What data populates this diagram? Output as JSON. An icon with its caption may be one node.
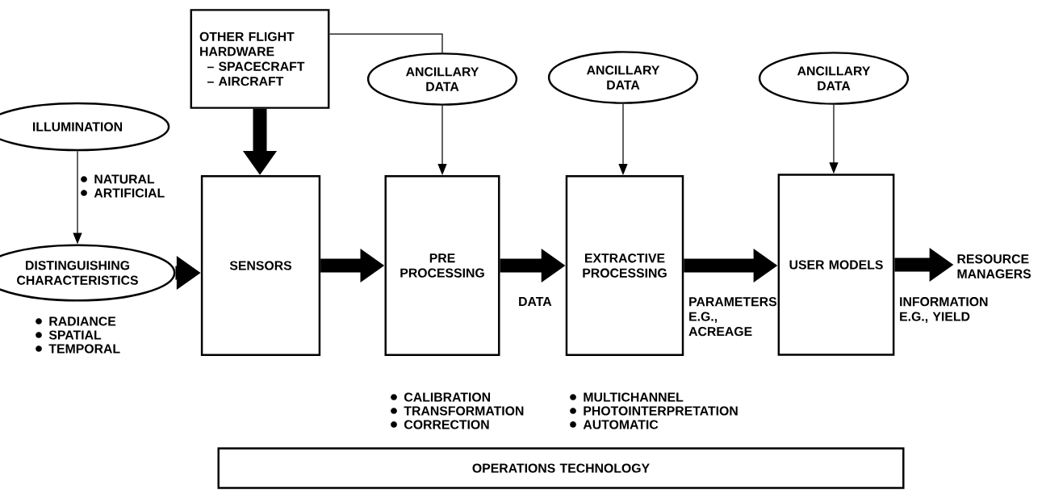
{
  "diagram": {
    "nodes": [
      {
        "text": [
          "ILLUMINATION"
        ],
        "beside": [
          "NATURAL",
          "ARTIFICIAL"
        ]
      },
      {
        "text": [
          "DISTINGUISHING CHARACTERISTICS"
        ],
        "beside": [
          "RADIANCE",
          "SPATIAL",
          "TEMPORAL"
        ]
      },
      {
        "text": [
          "OTHER FLIGHT HARDWARE",
          "– SPACECRAFT",
          "– AIRCRAFT"
        ]
      },
      {
        "text": [
          "SENSORS"
        ]
      },
      {
        "text": [
          "ANCILLARY DATA"
        ]
      },
      {
        "text": [
          "PRE PROCESSING"
        ],
        "beside": [
          "CALIBRATION",
          "TRANSFORMATION",
          "CORRECTION"
        ]
      },
      {
        "text": [
          "ANCILLARY DATA"
        ]
      },
      {
        "text": [
          "EXTRACTIVE PROCESSING"
        ],
        "beside": [
          "MULTICHANNEL",
          "PHOTOINTERPRETATION",
          "AUTOMATIC"
        ]
      },
      {
        "text": [
          "ANCILLARY DATA"
        ]
      },
      {
        "text": [
          "USER MODELS"
        ]
      },
      {
        "text": [
          "RESOURCE MANAGERS"
        ]
      },
      {
        "text": [
          "OPERATIONS TECHNOLOGY"
        ]
      }
    ],
    "edges": [
      {
        "from": 0,
        "to": 1,
        "arrow": "to"
      },
      {
        "from": 2,
        "to": 3,
        "arrow": "to"
      },
      {
        "from": 2,
        "to": 4,
        "arrow": "none"
      },
      {
        "from": 1,
        "to": 3,
        "arrow": "to"
      },
      {
        "from": 3,
        "to": 5,
        "arrow": "to"
      },
      {
        "from": 4,
        "to": 5,
        "arrow": "to"
      },
      {
        "from": 5,
        "to": 7,
        "arrow": "to",
        "label": "DATA"
      },
      {
        "from": 6,
        "to": 7,
        "arrow": "to"
      },
      {
        "from": 7,
        "to": 9,
        "arrow": "to",
        "label": "PARAMETERS E.G., ACREAGE"
      },
      {
        "from": 8,
        "to": 9,
        "arrow": "to"
      },
      {
        "from": 9,
        "to": 10,
        "arrow": "to",
        "label": "INFORMATION E.G., YIELD"
      }
    ]
  }
}
